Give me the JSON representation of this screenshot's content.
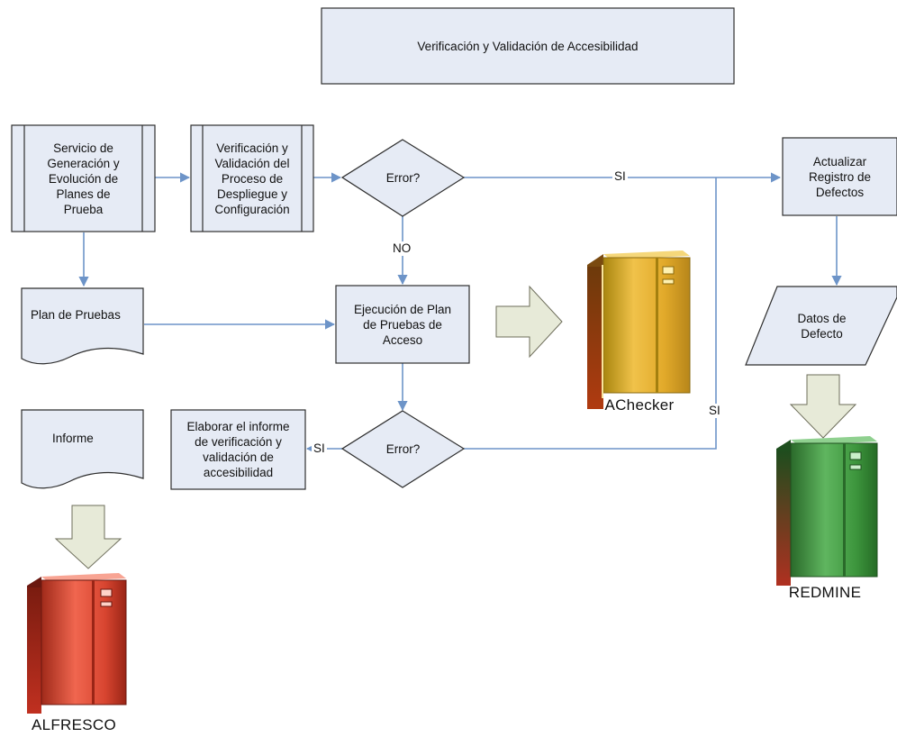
{
  "title": "Verificación y Validación de Accesibilidad",
  "nodes": {
    "servicio": "Servicio de\nGeneración  y\nEvolución de\nPlanes de\nPrueba",
    "verificacion": "Verificación y\nValidación del\nProceso de\nDespliegue y\nConfiguración",
    "error1": "Error?",
    "actualizar": "Actualizar\nRegistro de\nDefectos",
    "plan_pruebas": "Plan de Pruebas",
    "ejecucion": "Ejecución de Plan\nde Pruebas de\nAcceso",
    "datos_defecto": "Datos de\nDefecto",
    "informe": "Informe",
    "elaborar": "Elaborar el informe\nde verificación y\nvalidación de\naccesibilidad",
    "error2": "Error?"
  },
  "edge_labels": {
    "si_top": "SI",
    "no": "NO",
    "si_right": "SI",
    "si_bottom": "SI"
  },
  "servers": {
    "achecker": "AChecker",
    "redmine": "REDMINE",
    "alfresco": "ALFRESCO"
  },
  "colors": {
    "box_fill": "#e6ebf5",
    "box_stroke": "#2e2e2e",
    "connector": "#6d94c8",
    "big_arrow_fill": "#e7ead8",
    "achecker_server": "#e9b43a",
    "redmine_server": "#3f9a3f",
    "alfresco_server": "#d8402e"
  }
}
